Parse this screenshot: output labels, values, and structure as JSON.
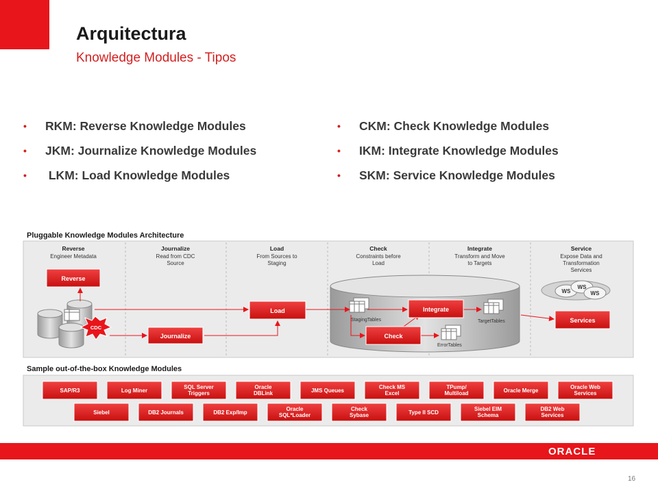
{
  "title": "Arquitectura",
  "subtitle": "Knowledge Modules - Tipos",
  "bullets_left": [
    "RKM: Reverse Knowledge Modules",
    "JKM: Journalize Knowledge Modules",
    " LKM: Load Knowledge Modules"
  ],
  "bullets_right": [
    "CKM: Check Knowledge Modules",
    "IKM: Integrate Knowledge Modules",
    "SKM: Service Knowledge Modules"
  ],
  "bullet_char": "•",
  "architecture": {
    "title": "Pluggable Knowledge Modules Architecture",
    "columns": [
      {
        "head": "Reverse",
        "sub": [
          "Engineer Metadata"
        ]
      },
      {
        "head": "Journalize",
        "sub": [
          "Read from CDC",
          "Source"
        ]
      },
      {
        "head": "Load",
        "sub": [
          "From Sources to",
          "Staging"
        ]
      },
      {
        "head": "Check",
        "sub": [
          "Constraints before",
          "Load"
        ]
      },
      {
        "head": "Integrate",
        "sub": [
          "Transform and Move",
          "to Targets"
        ]
      },
      {
        "head": "Service",
        "sub": [
          "Expose Data and",
          "Transformation",
          "Services"
        ]
      }
    ],
    "boxes": {
      "reverse": "Reverse",
      "journalize": "Journalize",
      "load": "Load",
      "integrate": "Integrate",
      "check": "Check",
      "services": "Services"
    },
    "cdc": "CDC",
    "staging_tables": "StagingTables",
    "target_tables": "TargetTables",
    "error_tables": "ErrorTables",
    "ws": "WS"
  },
  "sample": {
    "title": "Sample out-of-the-box Knowledge Modules",
    "row1": [
      [
        "SAP/R3"
      ],
      [
        "Log Miner"
      ],
      [
        "SQL Server",
        "Triggers"
      ],
      [
        "Oracle",
        "DBLink"
      ],
      [
        "JMS Queues"
      ],
      [
        "Check MS",
        "Excel"
      ],
      [
        "TPump/",
        "Multiload"
      ],
      [
        "Oracle Merge"
      ],
      [
        "Oracle Web",
        "Services"
      ]
    ],
    "row2": [
      [
        "Siebel"
      ],
      [
        "DB2 Journals"
      ],
      [
        "DB2 Exp/Imp"
      ],
      [
        "Oracle",
        "SQL*Loader"
      ],
      [
        "Check",
        "Sybase"
      ],
      [
        "Type II SCD"
      ],
      [
        "Siebel EIM",
        "Schema"
      ],
      [
        "DB2 Web",
        "Services"
      ]
    ]
  },
  "footer": {
    "logo": "ORACLE",
    "page": "16"
  },
  "colors": {
    "accent": "#e8151b",
    "box_red": "#de1b1b",
    "panel_gray": "#ebebeb"
  }
}
